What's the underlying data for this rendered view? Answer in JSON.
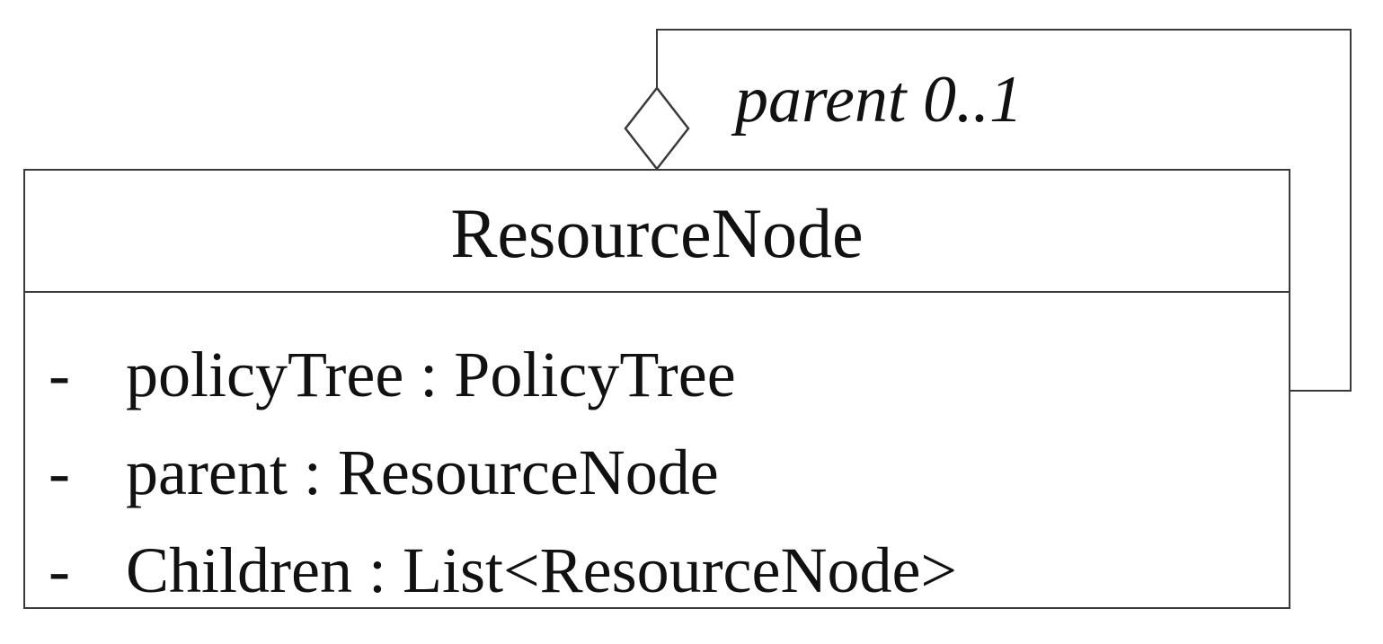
{
  "class": {
    "name": "ResourceNode",
    "attributes": [
      {
        "visibility": "-",
        "text": "policyTree : PolicyTree"
      },
      {
        "visibility": "-",
        "text": "parent : ResourceNode"
      },
      {
        "visibility": "-",
        "text": "Children : List<ResourceNode>"
      }
    ]
  },
  "association": {
    "label": "parent 0..1",
    "kind": "aggregation",
    "self_referencing": true
  },
  "colors": {
    "line": "#3a3a3a",
    "text": "#111111",
    "background": "#ffffff"
  }
}
